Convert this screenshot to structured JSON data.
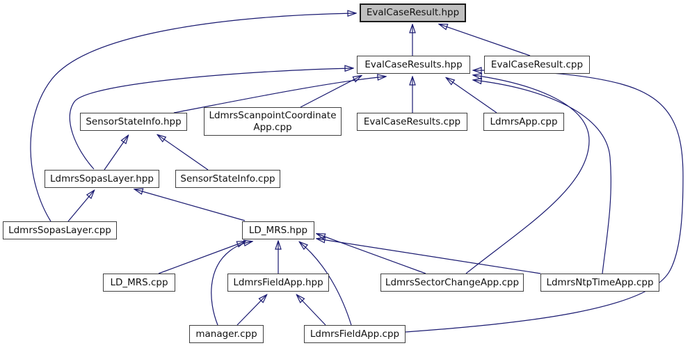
{
  "diagram_type": "include-dependency-graph",
  "colors": {
    "background": "#ffffff",
    "edge": "#191970",
    "node_fill": "#ffffff",
    "node_border": "#3f3f3f",
    "highlight_fill": "#bfbfbf",
    "highlight_border": "#1a1a1a",
    "text": "#111111"
  },
  "nodes": [
    {
      "id": "EvalCaseResult.hpp",
      "label": "EvalCaseResult.hpp",
      "lines": [
        "EvalCaseResult.hpp"
      ],
      "highlighted": true
    },
    {
      "id": "EvalCaseResults.hpp",
      "label": "EvalCaseResults.hpp",
      "lines": [
        "EvalCaseResults.hpp"
      ],
      "highlighted": false
    },
    {
      "id": "EvalCaseResult.cpp",
      "label": "EvalCaseResult.cpp",
      "lines": [
        "EvalCaseResult.cpp"
      ],
      "highlighted": false
    },
    {
      "id": "SensorStateInfo.hpp",
      "label": "SensorStateInfo.hpp",
      "lines": [
        "SensorStateInfo.hpp"
      ],
      "highlighted": false
    },
    {
      "id": "LdmrsScanpointCoordinateApp.cpp",
      "label": "LdmrsScanpointCoordinateApp.cpp",
      "lines": [
        "LdmrsScanpointCoordinate",
        "App.cpp"
      ],
      "highlighted": false
    },
    {
      "id": "EvalCaseResults.cpp",
      "label": "EvalCaseResults.cpp",
      "lines": [
        "EvalCaseResults.cpp"
      ],
      "highlighted": false
    },
    {
      "id": "LdmrsApp.cpp",
      "label": "LdmrsApp.cpp",
      "lines": [
        "LdmrsApp.cpp"
      ],
      "highlighted": false
    },
    {
      "id": "LdmrsSopasLayer.hpp",
      "label": "LdmrsSopasLayer.hpp",
      "lines": [
        "LdmrsSopasLayer.hpp"
      ],
      "highlighted": false
    },
    {
      "id": "SensorStateInfo.cpp",
      "label": "SensorStateInfo.cpp",
      "lines": [
        "SensorStateInfo.cpp"
      ],
      "highlighted": false
    },
    {
      "id": "LdmrsSopasLayer.cpp",
      "label": "LdmrsSopasLayer.cpp",
      "lines": [
        "LdmrsSopasLayer.cpp"
      ],
      "highlighted": false
    },
    {
      "id": "LD_MRS.hpp",
      "label": "LD_MRS.hpp",
      "lines": [
        "LD_MRS.hpp"
      ],
      "highlighted": false
    },
    {
      "id": "LD_MRS.cpp",
      "label": "LD_MRS.cpp",
      "lines": [
        "LD_MRS.cpp"
      ],
      "highlighted": false
    },
    {
      "id": "LdmrsFieldApp.hpp",
      "label": "LdmrsFieldApp.hpp",
      "lines": [
        "LdmrsFieldApp.hpp"
      ],
      "highlighted": false
    },
    {
      "id": "LdmrsSectorChangeApp.cpp",
      "label": "LdmrsSectorChangeApp.cpp",
      "lines": [
        "LdmrsSectorChangeApp.cpp"
      ],
      "highlighted": false
    },
    {
      "id": "LdmrsNtpTimeApp.cpp",
      "label": "LdmrsNtpTimeApp.cpp",
      "lines": [
        "LdmrsNtpTimeApp.cpp"
      ],
      "highlighted": false
    },
    {
      "id": "manager.cpp",
      "label": "manager.cpp",
      "lines": [
        "manager.cpp"
      ],
      "highlighted": false
    },
    {
      "id": "LdmrsFieldApp.cpp",
      "label": "LdmrsFieldApp.cpp",
      "lines": [
        "LdmrsFieldApp.cpp"
      ],
      "highlighted": false
    }
  ],
  "edges": [
    {
      "from": "EvalCaseResults.hpp",
      "to": "EvalCaseResult.hpp"
    },
    {
      "from": "EvalCaseResult.cpp",
      "to": "EvalCaseResult.hpp"
    },
    {
      "from": "LdmrsSopasLayer.cpp",
      "to": "EvalCaseResult.hpp"
    },
    {
      "from": "LdmrsSopasLayer.hpp",
      "to": "EvalCaseResults.hpp"
    },
    {
      "from": "SensorStateInfo.hpp",
      "to": "EvalCaseResults.hpp"
    },
    {
      "from": "LdmrsScanpointCoordinateApp.cpp",
      "to": "EvalCaseResults.hpp"
    },
    {
      "from": "EvalCaseResults.cpp",
      "to": "EvalCaseResults.hpp"
    },
    {
      "from": "LdmrsApp.cpp",
      "to": "EvalCaseResults.hpp"
    },
    {
      "from": "LdmrsSectorChangeApp.cpp",
      "to": "EvalCaseResults.hpp"
    },
    {
      "from": "LdmrsNtpTimeApp.cpp",
      "to": "EvalCaseResults.hpp"
    },
    {
      "from": "LdmrsFieldApp.cpp",
      "to": "EvalCaseResults.hpp"
    },
    {
      "from": "LdmrsSopasLayer.hpp",
      "to": "SensorStateInfo.hpp"
    },
    {
      "from": "SensorStateInfo.cpp",
      "to": "SensorStateInfo.hpp"
    },
    {
      "from": "LdmrsSopasLayer.cpp",
      "to": "LdmrsSopasLayer.hpp"
    },
    {
      "from": "LD_MRS.hpp",
      "to": "LdmrsSopasLayer.hpp"
    },
    {
      "from": "LD_MRS.cpp",
      "to": "LD_MRS.hpp"
    },
    {
      "from": "LdmrsFieldApp.hpp",
      "to": "LD_MRS.hpp"
    },
    {
      "from": "manager.cpp",
      "to": "LD_MRS.hpp"
    },
    {
      "from": "LdmrsFieldApp.cpp",
      "to": "LD_MRS.hpp"
    },
    {
      "from": "LdmrsSectorChangeApp.cpp",
      "to": "LD_MRS.hpp"
    },
    {
      "from": "LdmrsNtpTimeApp.cpp",
      "to": "LD_MRS.hpp"
    },
    {
      "from": "manager.cpp",
      "to": "LdmrsFieldApp.hpp"
    },
    {
      "from": "LdmrsFieldApp.cpp",
      "to": "LdmrsFieldApp.hpp"
    }
  ]
}
